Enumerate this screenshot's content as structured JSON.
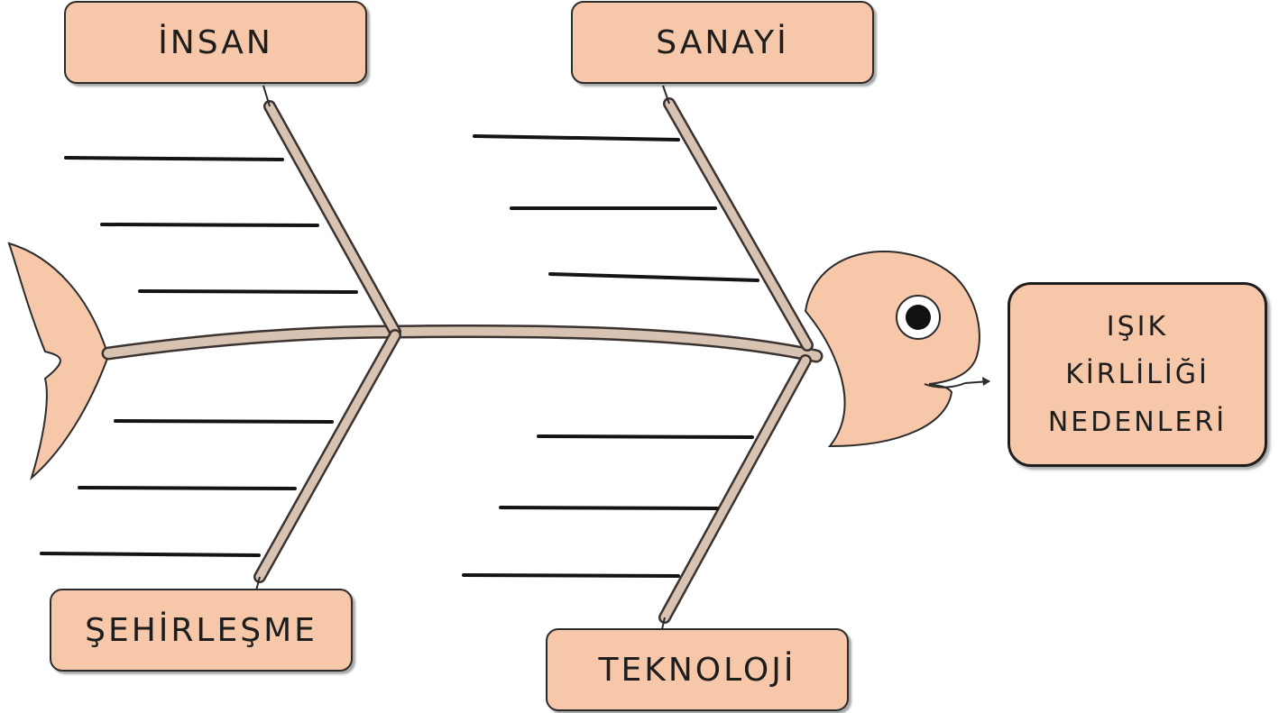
{
  "diagram": {
    "type": "fishbone",
    "effect": {
      "lines": [
        "IŞIK",
        "KİRLİLİĞİ",
        "NEDENLERİ"
      ]
    },
    "categories": {
      "insan": "İNSAN",
      "sanayi": "SANAYİ",
      "sehirlesme": "ŞEHİRLEŞME",
      "teknoloji": "TEKNOLOJİ"
    },
    "blank_lines_per_category": 3
  },
  "colors": {
    "fish_body": "#f6c7a9",
    "bone": "#d8c2b2",
    "line": "#141414",
    "box_border": "#2b2b2b"
  }
}
